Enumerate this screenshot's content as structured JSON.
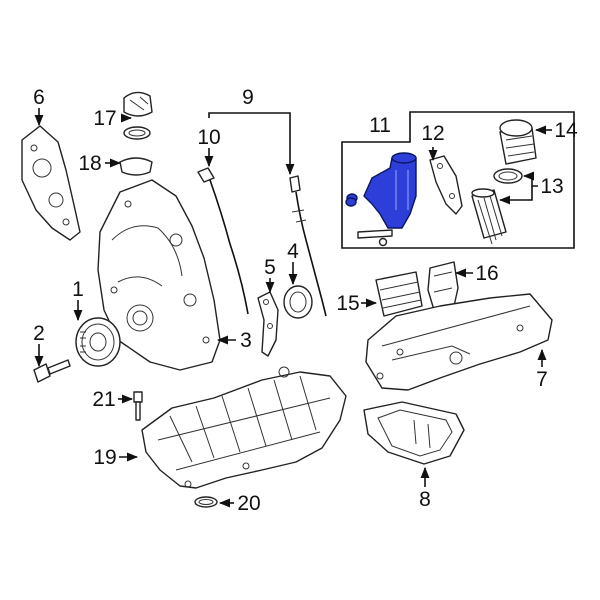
{
  "diagram": {
    "highlight_color": "#2d3fd8",
    "callouts": {
      "c1": "1",
      "c2": "2",
      "c3": "3",
      "c4": "4",
      "c5": "5",
      "c6": "6",
      "c7": "7",
      "c8": "8",
      "c9": "9",
      "c10": "10",
      "c11": "11",
      "c12": "12",
      "c13": "13",
      "c14": "14",
      "c15": "15",
      "c16": "16",
      "c17": "17",
      "c18": "18",
      "c19": "19",
      "c20": "20",
      "c21": "21"
    }
  }
}
